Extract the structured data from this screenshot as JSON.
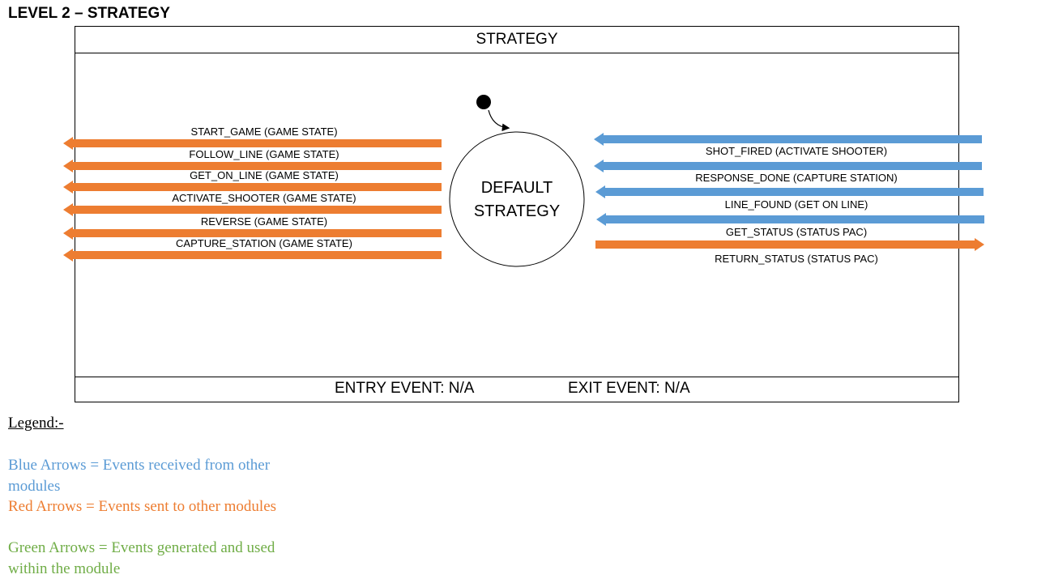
{
  "page_title": "LEVEL 2 – STRATEGY",
  "state_box": {
    "header": "STRATEGY",
    "entry_event": "ENTRY EVENT: N/A",
    "exit_event": "EXIT EVENT: N/A"
  },
  "default_state": {
    "line1": "DEFAULT",
    "line2": "STRATEGY"
  },
  "colors": {
    "outgoing_arrow": "#ed7d31",
    "incoming_arrow": "#5b9bd5",
    "legend_blue": "#5b9bd5",
    "legend_red": "#ed7d31",
    "legend_green": "#70ad47"
  },
  "left_events": [
    {
      "label": "START_GAME (GAME STATE)",
      "direction": "outgoing"
    },
    {
      "label": "FOLLOW_LINE (GAME STATE)",
      "direction": "outgoing"
    },
    {
      "label": "GET_ON_LINE (GAME STATE)",
      "direction": "outgoing"
    },
    {
      "label": "ACTIVATE_SHOOTER (GAME STATE)",
      "direction": "outgoing"
    },
    {
      "label": "REVERSE (GAME STATE)",
      "direction": "outgoing"
    },
    {
      "label": "CAPTURE_STATION (GAME STATE)",
      "direction": "outgoing"
    }
  ],
  "right_events": [
    {
      "label": "SHOT_FIRED (ACTIVATE SHOOTER)",
      "direction": "incoming"
    },
    {
      "label": "RESPONSE_DONE (CAPTURE STATION)",
      "direction": "incoming"
    },
    {
      "label": "LINE_FOUND (GET ON LINE)",
      "direction": "incoming"
    },
    {
      "label": "GET_STATUS (STATUS PAC)",
      "direction": "incoming"
    },
    {
      "label": "RETURN_STATUS (STATUS PAC)",
      "direction": "outgoing"
    }
  ],
  "legend": {
    "title": "Legend:-",
    "blue": "Blue Arrows = Events received from other modules",
    "red": "Red Arrows = Events sent to other modules",
    "green": "Green Arrows = Events generated and used within the module"
  }
}
